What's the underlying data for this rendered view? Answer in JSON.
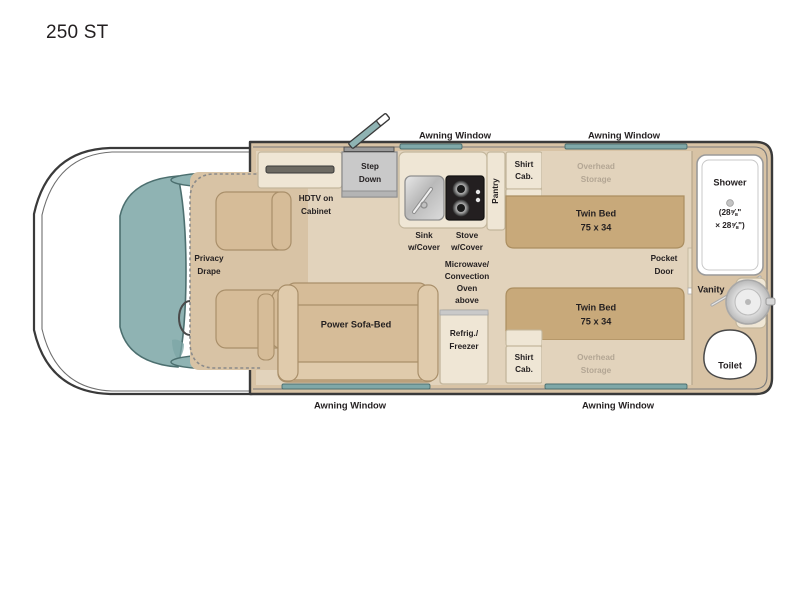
{
  "page": {
    "title": "250 ST",
    "model": "250 ST",
    "type": "rv-floorplan-diagram"
  },
  "colors": {
    "body_fill": "#d8c3a5",
    "floor_fill": "#e2d3bc",
    "furniture_fill": "#d6bc98",
    "bed_fill": "#c8a97a",
    "cabinet_fill": "#efe6d5",
    "window_glass": "#7fa8a8",
    "windshield": "#8fb3b3",
    "outline": "#3a3a3a",
    "white": "#ffffff",
    "ghost_text": "#b3a694",
    "text": "#231f20",
    "step_gray": "#c9c9c9",
    "stove_black": "#231f20",
    "sink_silver": "#c0c0c0"
  },
  "labels": {
    "hdtv": "HDTV on\nCabinet",
    "hdtv_line1": "HDTV on",
    "hdtv_line2": "Cabinet",
    "step_down_line1": "Step",
    "step_down_line2": "Down",
    "sink_line1": "Sink",
    "sink_line2": "w/Cover",
    "stove_line1": "Stove",
    "stove_line2": "w/Cover",
    "microwave_line1": "Microwave/",
    "microwave_line2": "Convection",
    "microwave_line3": "Oven",
    "microwave_line4": "above",
    "pantry": "Pantry",
    "shirt_cab_line1": "Shirt",
    "shirt_cab_line2": "Cab.",
    "overhead_storage_line1": "Overhead",
    "overhead_storage_line2": "Storage",
    "twin_bed_line1": "Twin Bed",
    "twin_bed_line2": "75 x 34",
    "pocket_door_line1": "Pocket",
    "pocket_door_line2": "Door",
    "shower": "Shower",
    "shower_dim_line1": "(28⅝\"",
    "shower_dim_line2": "× 28⅝\")",
    "vanity": "Vanity",
    "toilet": "Toilet",
    "privacy_drape_line1": "Privacy",
    "privacy_drape_line2": "Drape",
    "power_sofa_bed": "Power Sofa-Bed",
    "refrig_line1": "Refrig./",
    "refrig_line2": "Freezer",
    "awning_window": "Awning Window"
  },
  "windows": [
    {
      "id": "awning-window-top-left",
      "label": "Awning Window",
      "position": "top-left"
    },
    {
      "id": "awning-window-top-right",
      "label": "Awning Window",
      "position": "top-right"
    },
    {
      "id": "awning-window-bottom-left",
      "label": "Awning Window",
      "position": "bottom-left"
    },
    {
      "id": "awning-window-bottom-right",
      "label": "Awning Window",
      "position": "bottom-right"
    }
  ],
  "features": [
    {
      "id": "hdtv-on-cabinet",
      "label": "HDTV on Cabinet"
    },
    {
      "id": "step-down",
      "label": "Step Down"
    },
    {
      "id": "sink-with-cover",
      "label": "Sink w/Cover"
    },
    {
      "id": "stove-with-cover",
      "label": "Stove w/Cover"
    },
    {
      "id": "microwave-convection-oven",
      "label": "Microwave/Convection Oven above"
    },
    {
      "id": "pantry",
      "label": "Pantry"
    },
    {
      "id": "shirt-cabinet-upper",
      "label": "Shirt Cab."
    },
    {
      "id": "shirt-cabinet-lower",
      "label": "Shirt Cab."
    },
    {
      "id": "overhead-storage-upper",
      "label": "Overhead Storage"
    },
    {
      "id": "overhead-storage-lower",
      "label": "Overhead Storage"
    },
    {
      "id": "twin-bed-upper",
      "label": "Twin Bed 75 x 34"
    },
    {
      "id": "twin-bed-lower",
      "label": "Twin Bed 75 x 34"
    },
    {
      "id": "pocket-door",
      "label": "Pocket Door"
    },
    {
      "id": "shower",
      "label": "Shower (28⅝\" × 28⅝\")"
    },
    {
      "id": "vanity",
      "label": "Vanity"
    },
    {
      "id": "toilet",
      "label": "Toilet"
    },
    {
      "id": "privacy-drape",
      "label": "Privacy Drape"
    },
    {
      "id": "power-sofa-bed",
      "label": "Power Sofa-Bed"
    },
    {
      "id": "refrigerator-freezer",
      "label": "Refrig./Freezer"
    }
  ]
}
